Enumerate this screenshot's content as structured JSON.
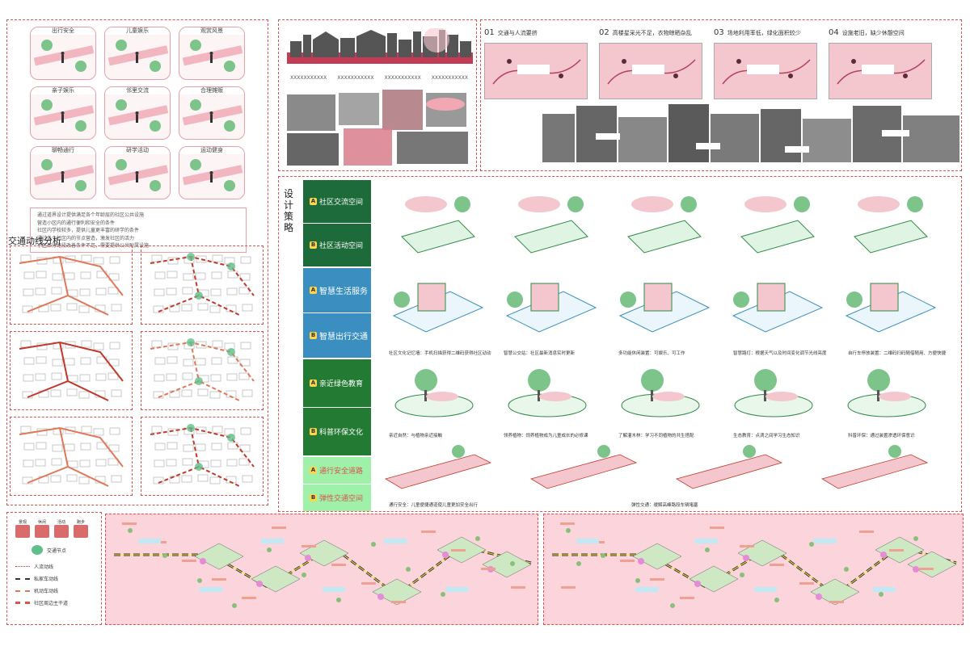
{
  "left_panel": {
    "tiles": [
      {
        "label": "出行安全"
      },
      {
        "label": "儿童娱乐"
      },
      {
        "label": "观赏风景"
      },
      {
        "label": "亲子娱乐"
      },
      {
        "label": "邻里交流"
      },
      {
        "label": "合理摊贩"
      },
      {
        "label": "聊畅通行"
      },
      {
        "label": "研学活动"
      },
      {
        "label": "运动健身"
      }
    ],
    "description": [
      "通过道界设计提供满足各个年龄层的社区公共设施",
      "营造小区内的通行便利和安全的条件",
      "社区内学校较多，提供儿童更丰富的研学的条件",
      "通过各个社区内的节点营造，激发社区的活力",
      "小区部分路段改善条件不足，需要提供公共附属设施"
    ],
    "traffic_title": "交通动线分析"
  },
  "top_center": {
    "captions": [
      "XXXXXXXXXXX",
      "XXXXXXXXXXX",
      "XXXXXXXXXXX",
      "XXXXXXXXXXX"
    ]
  },
  "issues": [
    {
      "num": "01",
      "title": "交通与人流要挤"
    },
    {
      "num": "02",
      "title": "高楼星采光不足，衣物晾晒杂乱"
    },
    {
      "num": "03",
      "title": "场地利用率低，绿化面积较少"
    },
    {
      "num": "04",
      "title": "设施老旧，缺少休憩空间"
    }
  ],
  "strategy": {
    "title": "设计策略",
    "groups": [
      {
        "a": "社区交流空间",
        "b": "社区活动空间",
        "color": "#1d6b3a"
      },
      {
        "a": "智慧生活服务",
        "b": "智慧出行交通",
        "color": "#3a8fc0"
      },
      {
        "a": "亲近绿色教育",
        "b": "科普环保文化",
        "color": "#237a33"
      },
      {
        "a": "通行安全道路",
        "b": "弹性交通空间",
        "color": "#9ff0a8"
      }
    ],
    "row2_captions": [
      "社区文化记忆墙：手机扫描获得二维码获得社区动动",
      "智慧公交站：社区最新消息实时更新",
      "多功能休闲装置：可娱乐、可工作",
      "智慧路灯：根据天气以及时间变化调节光线亮度",
      "自行车停放装置：二维码扫码随借随用、方便快捷"
    ],
    "row3_captions": [
      "亲近自然：与植物亲近接触",
      "领养植物：饲养植物成为儿童成长的必修课",
      "了解灌木林：学习不同植物的共生搭配",
      "生态教育：点滴之间学习生态知识",
      "科普环保：通过装置渗透环保意识"
    ],
    "row4_captions": [
      "通行安全：儿童便捷通道使儿童更加安全出行",
      "弹性交通：缓解高峰路段车辆堵塞"
    ]
  },
  "legend": {
    "icons": [
      "景观",
      "休闲",
      "活动",
      "跑步"
    ],
    "items": [
      {
        "label": "交通节点"
      },
      {
        "label": "人流动线"
      },
      {
        "label": "私家车动线"
      },
      {
        "label": "机动车动线"
      },
      {
        "label": "社区周边主干道"
      }
    ]
  },
  "colors": {
    "accent": "#d9534f",
    "pink": "#f4c7cf",
    "green": "#2f8a47"
  }
}
